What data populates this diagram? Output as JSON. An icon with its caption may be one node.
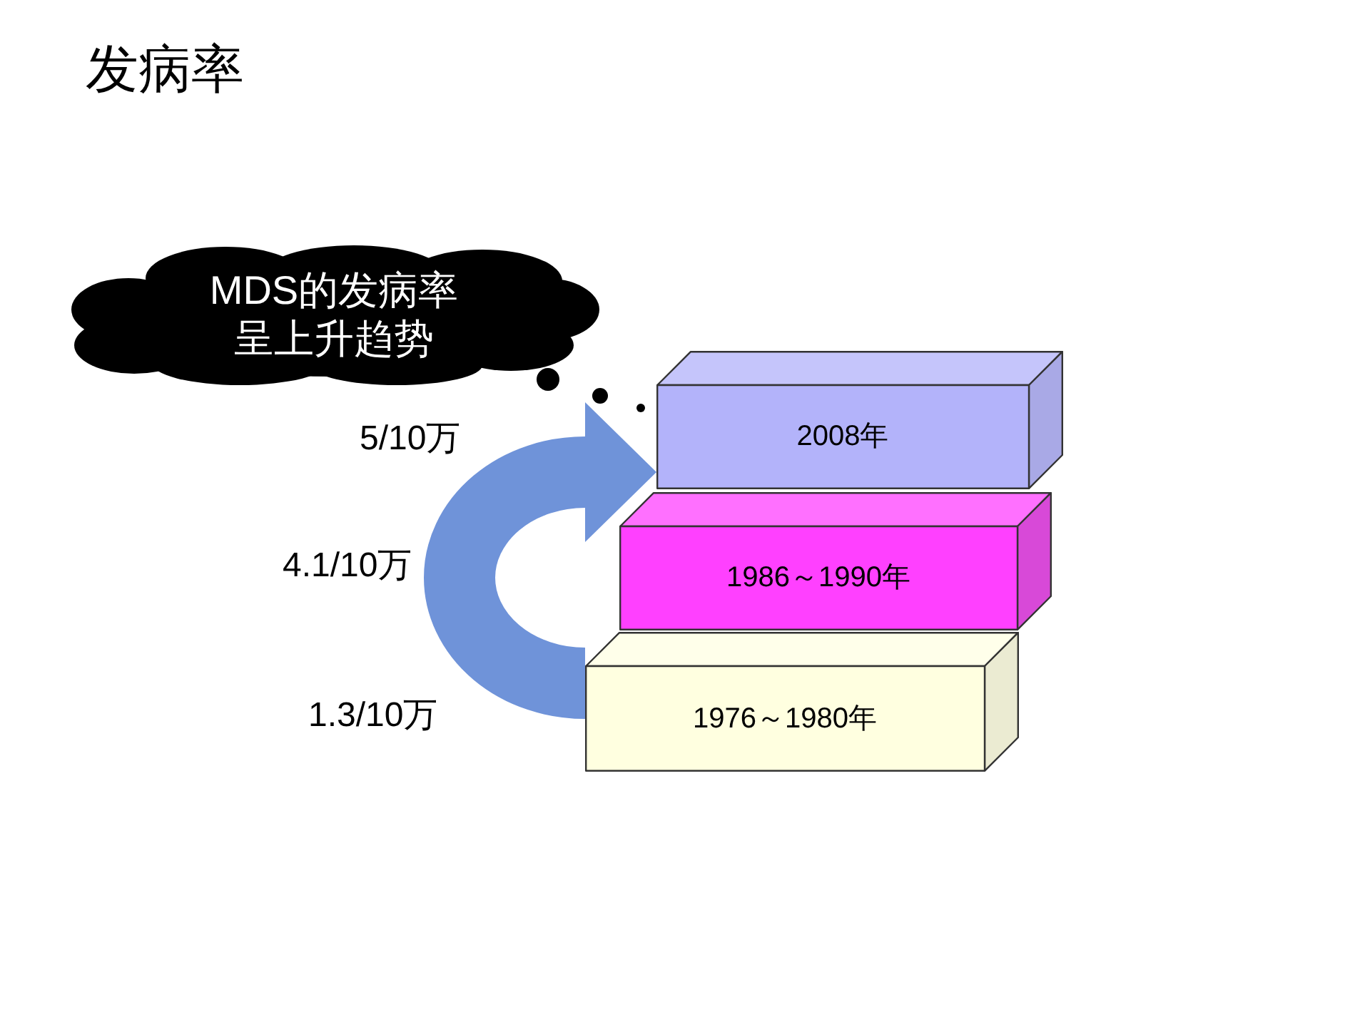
{
  "diagram": {
    "title": "发病率",
    "nodes": [
      {
        "text": [
          "MDS的发病率呈上升趋势"
        ]
      },
      {
        "text": [
          "2008年"
        ]
      },
      {
        "text": [
          "1986～1990年"
        ]
      },
      {
        "text": [
          "1976～1980年"
        ]
      }
    ],
    "edges": [
      {
        "from": 3,
        "to": 1,
        "arrow": "to"
      }
    ],
    "labels": [
      "5/10万",
      "4.1/10万",
      "1.3/10万"
    ]
  }
}
